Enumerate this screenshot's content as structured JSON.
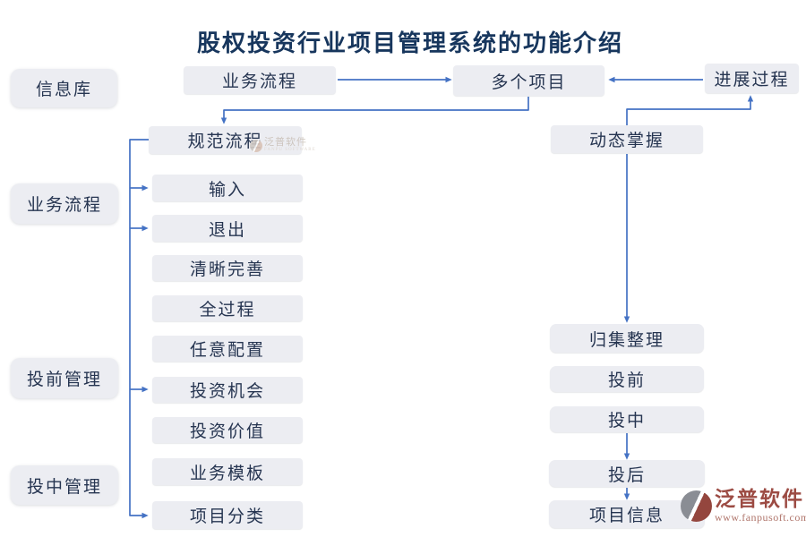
{
  "title": "股权投资行业项目管理系统的功能介绍",
  "colors": {
    "connector": "#4472C4",
    "node_fill": "#ECEDF2",
    "node_text": "#263551",
    "title_text": "#17365D",
    "logo_text": "#9C4B43",
    "logo_url_text": "#B0766C"
  },
  "nodes": {
    "info_library": "信息库",
    "business_process_left": "业务流程",
    "pre_investment_mgmt": "投前管理",
    "mid_investment_mgmt": "投中管理",
    "business_process_top": "业务流程",
    "multiple_projects": "多个项目",
    "progress_process": "进展过程",
    "standard_process": "规范流程",
    "input": "输入",
    "exit": "退出",
    "clear_complete": "清晰完善",
    "whole_process": "全过程",
    "any_config": "任意配置",
    "investment_opportunity": "投资机会",
    "investment_value": "投资价值",
    "business_template": "业务模板",
    "project_category": "项目分类",
    "dynamic_grasp": "动态掌握",
    "collect_organize": "归集整理",
    "pre_investment": "投前",
    "mid_investment": "投中",
    "post_investment": "投后",
    "project_info": "项目信息"
  },
  "watermark": {
    "text": "泛普软件",
    "subtext": "FANPU SOFTWARE"
  },
  "logo": {
    "name": "泛普软件",
    "url": "www.fanpusoft.com"
  }
}
